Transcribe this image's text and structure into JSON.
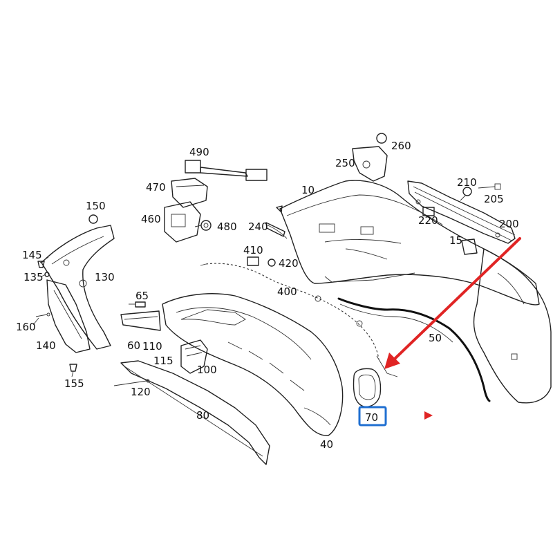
{
  "diagram": {
    "labels": {
      "p10": "10",
      "p40": "40",
      "p50": "50",
      "p60": "60",
      "p65": "65",
      "p70": "70",
      "p80": "80",
      "p100": "100",
      "p110": "110",
      "p115": "115",
      "p120": "120",
      "p130": "130",
      "p135": "135",
      "p140": "140",
      "p145": "145",
      "p150": "150",
      "p155": "155",
      "p160": "160",
      "p200": "200",
      "p205": "205",
      "p210": "210",
      "p220": "220",
      "p240": "240",
      "p250": "250",
      "p260": "260",
      "p400": "400",
      "p410": "410",
      "p420": "420",
      "p460": "460",
      "p470": "470",
      "p480": "480",
      "p490": "490",
      "p15": "15"
    },
    "highlight": {
      "part": "70",
      "box_color": "#1f6fd1"
    },
    "arrow_color": "#e02424",
    "marker_color": "#e02424"
  }
}
